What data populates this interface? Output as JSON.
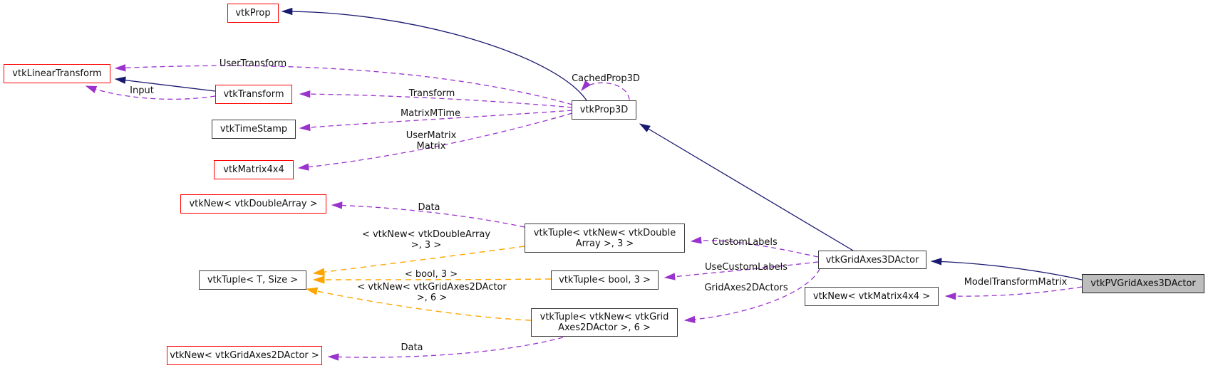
{
  "nodes": {
    "vtkProp": {
      "label": "vtkProp"
    },
    "vtkLinearTransform": {
      "label": "vtkLinearTransform"
    },
    "vtkTransform": {
      "label": "vtkTransform"
    },
    "vtkTimeStamp": {
      "label": "vtkTimeStamp"
    },
    "vtkMatrix4x4": {
      "label": "vtkMatrix4x4"
    },
    "vtkNewDoubleArray": {
      "label": "vtkNew< vtkDoubleArray >"
    },
    "vtkTupleTSize": {
      "label": "vtkTuple< T, Size >"
    },
    "vtkNewGridAxes2DActor": {
      "label": "vtkNew< vtkGridAxes2DActor >"
    },
    "vtkTupleDoubleArray3": {
      "line1": "vtkTuple< vtkNew< vtkDouble",
      "line2": "Array >, 3 >"
    },
    "vtkTupleBool3": {
      "label": "vtkTuple< bool, 3 >"
    },
    "vtkTupleGridAxes2DActor6": {
      "line1": "vtkTuple< vtkNew< vtkGrid",
      "line2": "Axes2DActor >, 6 >"
    },
    "vtkGridAxes3DActor": {
      "label": "vtkGridAxes3DActor"
    },
    "vtkNewMatrix4x4": {
      "label": "vtkNew< vtkMatrix4x4 >"
    },
    "vtkPVGridAxes3DActor": {
      "label": "vtkPVGridAxes3DActor"
    }
  },
  "edge_labels": {
    "userTransform": "UserTransform",
    "input": "Input",
    "transform": "Transform",
    "matrixMTime": "MatrixMTime",
    "userMatrix": {
      "line1": "UserMatrix",
      "line2": "Matrix"
    },
    "cachedProp3D": "CachedProp3D",
    "dataTop": "Data",
    "dataBottom": "Data",
    "templateDoubleArray": {
      "line1": "< vtkNew< vtkDoubleArray",
      "line2": ">, 3 >"
    },
    "templateBool": "< bool, 3 >",
    "templateGridAxes": {
      "line1": "< vtkNew< vtkGridAxes2DActor",
      "line2": ">, 6 >"
    },
    "customLabels": "CustomLabels",
    "useCustomLabels": "UseCustomLabels",
    "gridAxes2DActors": "GridAxes2DActors",
    "modelTransformMatrix": "ModelTransformMatrix"
  },
  "colors": {
    "inheritance_edge": "#191970",
    "usage_edge": "#9a32cd",
    "template_edge": "#ffa500",
    "highlight_border": "#ff0000",
    "node_border": "#3c3c3c",
    "focus_node_fill": "#bdbdbd",
    "background": "#ffffff"
  }
}
